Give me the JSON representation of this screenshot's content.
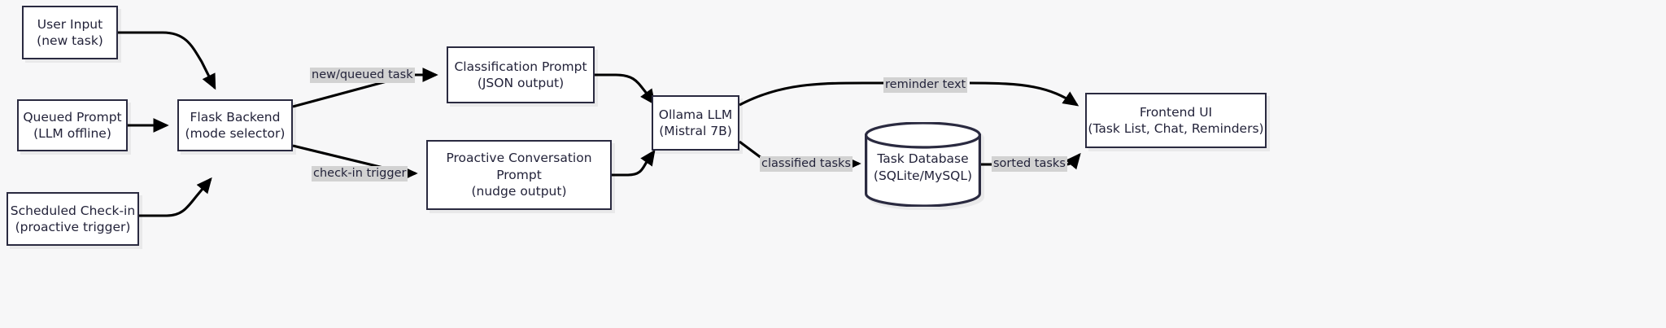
{
  "diagram": {
    "type": "flowchart",
    "direction": "left-to-right",
    "background_color": "#f7f7f8",
    "node_fill": "#ffffff",
    "node_border_color": "#2a2a40",
    "edge_color": "#000000",
    "edge_label_background": "#d2d2d2",
    "text_color": "#23233a",
    "nodes": [
      {
        "id": "user-input",
        "shape": "rectangle",
        "line1": "User Input",
        "line2": "(new task)"
      },
      {
        "id": "queued-prompt",
        "shape": "rectangle",
        "line1": "Queued Prompt",
        "line2": "(LLM offline)"
      },
      {
        "id": "scheduled-checkin",
        "shape": "rectangle",
        "line1": "Scheduled Check-in",
        "line2": "(proactive trigger)"
      },
      {
        "id": "flask-backend",
        "shape": "rectangle",
        "line1": "Flask Backend",
        "line2": "(mode selector)"
      },
      {
        "id": "classification-prompt",
        "shape": "rectangle",
        "line1": "Classification Prompt",
        "line2": "(JSON output)"
      },
      {
        "id": "proactive-prompt",
        "shape": "rectangle",
        "line1": "Proactive Conversation",
        "line2": "Prompt",
        "line3": "(nudge output)"
      },
      {
        "id": "ollama-llm",
        "shape": "rectangle",
        "line1": "Ollama LLM",
        "line2": "(Mistral 7B)"
      },
      {
        "id": "task-database",
        "shape": "cylinder",
        "line1": "Task Database",
        "line2": "(SQLite/MySQL)"
      },
      {
        "id": "frontend-ui",
        "shape": "rectangle",
        "line1": "Frontend UI",
        "line2": "(Task List, Chat, Reminders)"
      }
    ],
    "edges": [
      {
        "id": "user-to-flask",
        "from": "user-input",
        "to": "flask-backend",
        "label": ""
      },
      {
        "id": "queued-to-flask",
        "from": "queued-prompt",
        "to": "flask-backend",
        "label": ""
      },
      {
        "id": "scheduled-to-flask",
        "from": "scheduled-checkin",
        "to": "flask-backend",
        "label": ""
      },
      {
        "id": "flask-to-classification",
        "from": "flask-backend",
        "to": "classification-prompt",
        "label": "new/queued task"
      },
      {
        "id": "flask-to-proactive",
        "from": "flask-backend",
        "to": "proactive-prompt",
        "label": "check-in trigger"
      },
      {
        "id": "classification-to-ollama",
        "from": "classification-prompt",
        "to": "ollama-llm",
        "label": ""
      },
      {
        "id": "proactive-to-ollama",
        "from": "proactive-prompt",
        "to": "ollama-llm",
        "label": ""
      },
      {
        "id": "ollama-to-frontend",
        "from": "ollama-llm",
        "to": "frontend-ui",
        "label": "reminder text"
      },
      {
        "id": "ollama-to-database",
        "from": "ollama-llm",
        "to": "task-database",
        "label": "classified tasks"
      },
      {
        "id": "database-to-frontend",
        "from": "task-database",
        "to": "frontend-ui",
        "label": "sorted tasks"
      }
    ]
  }
}
